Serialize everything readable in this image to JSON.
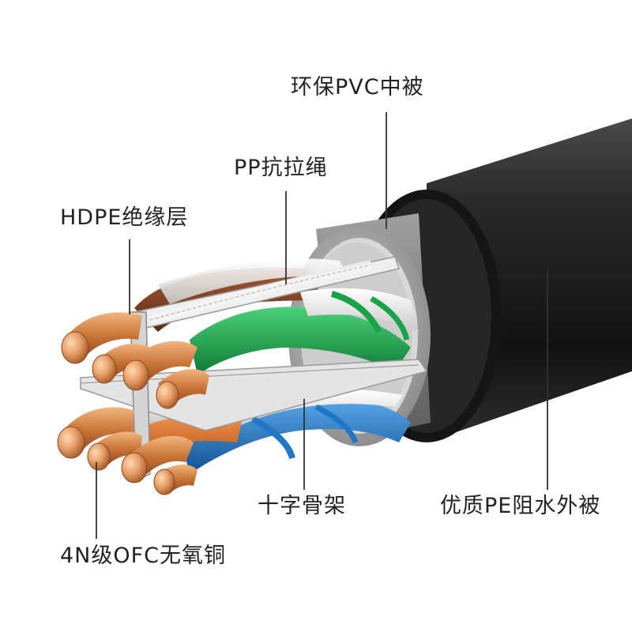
{
  "labels": {
    "pvc_inner_sheath": "环保PVC中被",
    "pp_rope": "PP抗拉绳",
    "hdpe_insulation": "HDPE绝缘层",
    "cross_separator": "十字骨架",
    "pe_outer_sheath": "优质PE阻水外被",
    "copper_conductor": "4N级OFC无氧铜"
  },
  "colors": {
    "outer_sheath": "#1c1c1c",
    "inner_sheath": "#7e7e7e",
    "copper": "#d98a4e",
    "brown_pair": "#7a3e22",
    "orange_pair": "#e2762c",
    "green_pair": "#17a346",
    "blue_pair": "#1f77c8",
    "separator": "#d9d9d9"
  }
}
